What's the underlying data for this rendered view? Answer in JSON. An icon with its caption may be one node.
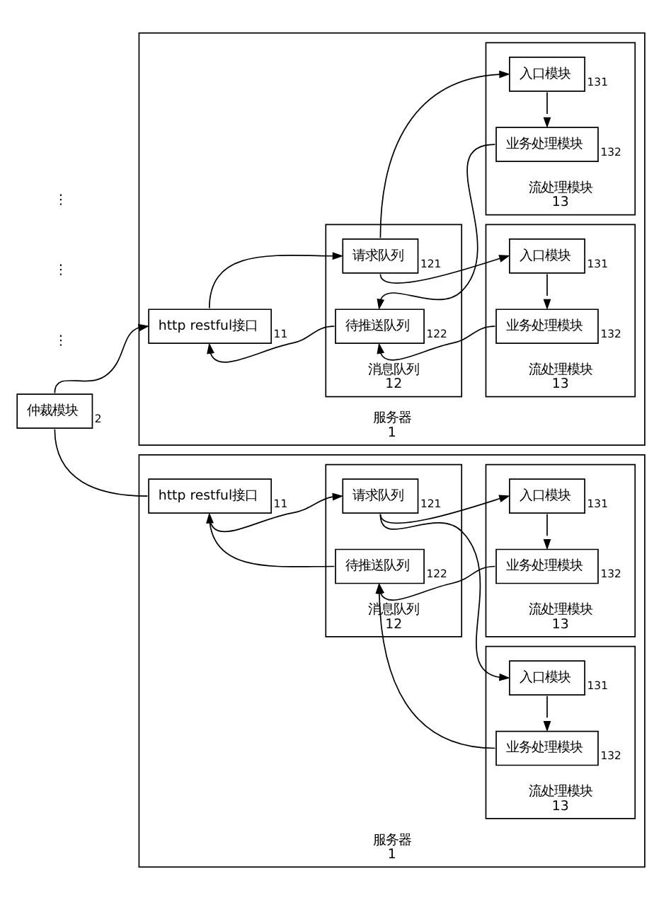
{
  "diagram": {
    "nodes": [
      {
        "text": [
          "仲裁模块"
        ],
        "beside": [
          "2"
        ]
      },
      {
        "text": [
          "服务器"
        ],
        "beside": [
          "1"
        ]
      },
      {
        "text": [
          "http restful接口"
        ],
        "in": 1,
        "beside": [
          "11"
        ]
      },
      {
        "text": [
          "消息队列"
        ],
        "in": 1,
        "beside": [
          "12"
        ]
      },
      {
        "text": [
          "请求队列"
        ],
        "in": 3,
        "beside": [
          "121"
        ]
      },
      {
        "text": [
          "待推送队列"
        ],
        "in": 3,
        "beside": [
          "122"
        ]
      },
      {
        "text": [
          "流处理模块"
        ],
        "in": 1,
        "beside": [
          "13"
        ]
      },
      {
        "text": [
          "入口模块"
        ],
        "in": 6,
        "beside": [
          "131"
        ]
      },
      {
        "text": [
          "业务处理模块"
        ],
        "in": 6,
        "beside": [
          "132"
        ]
      },
      {
        "text": [
          "流处理模块"
        ],
        "in": 1,
        "beside": [
          "13"
        ]
      },
      {
        "text": [
          "入口模块"
        ],
        "in": 9,
        "beside": [
          "131"
        ]
      },
      {
        "text": [
          "业务处理模块"
        ],
        "in": 9,
        "beside": [
          "132"
        ]
      },
      {
        "text": [
          "服务器"
        ],
        "beside": [
          "1"
        ]
      },
      {
        "text": [
          "http restful接口"
        ],
        "in": 12,
        "beside": [
          "11"
        ]
      },
      {
        "text": [
          "消息队列"
        ],
        "in": 12,
        "beside": [
          "12"
        ]
      },
      {
        "text": [
          "请求队列"
        ],
        "in": 14,
        "beside": [
          "121"
        ]
      },
      {
        "text": [
          "待推送队列"
        ],
        "in": 14,
        "beside": [
          "122"
        ]
      },
      {
        "text": [
          "流处理模块"
        ],
        "in": 12,
        "beside": [
          "13"
        ]
      },
      {
        "text": [
          "入口模块"
        ],
        "in": 17,
        "beside": [
          "131"
        ]
      },
      {
        "text": [
          "业务处理模块"
        ],
        "in": 17,
        "beside": [
          "132"
        ]
      },
      {
        "text": [
          "流处理模块"
        ],
        "in": 12,
        "beside": [
          "13"
        ]
      },
      {
        "text": [
          "入口模块"
        ],
        "in": 20,
        "beside": [
          "131"
        ]
      },
      {
        "text": [
          "业务处理模块"
        ],
        "in": 20,
        "beside": [
          "132"
        ]
      }
    ],
    "edges": [
      {
        "from": 0,
        "to": 2,
        "arrow": "to"
      },
      {
        "from": 2,
        "to": 4,
        "arrow": "to"
      },
      {
        "from": 4,
        "to": 7,
        "arrow": "to"
      },
      {
        "from": 4,
        "to": 10,
        "arrow": "to"
      },
      {
        "from": 7,
        "to": 8,
        "arrow": "to"
      },
      {
        "from": 10,
        "to": 11,
        "arrow": "to"
      },
      {
        "from": 8,
        "to": 5,
        "arrow": "to"
      },
      {
        "from": 11,
        "to": 5,
        "arrow": "to"
      },
      {
        "from": 5,
        "to": 2,
        "arrow": "to"
      },
      {
        "from": 0,
        "to": 13,
        "arrow": "none"
      },
      {
        "from": 13,
        "to": 15,
        "arrow": "to"
      },
      {
        "from": 15,
        "to": 18,
        "arrow": "to"
      },
      {
        "from": 15,
        "to": 21,
        "arrow": "to"
      },
      {
        "from": 18,
        "to": 19,
        "arrow": "to"
      },
      {
        "from": 21,
        "to": 22,
        "arrow": "to"
      },
      {
        "from": 19,
        "to": 16,
        "arrow": "to"
      },
      {
        "from": 22,
        "to": 16,
        "arrow": "to"
      },
      {
        "from": 16,
        "to": 13,
        "arrow": "to"
      }
    ],
    "labels": [
      "⋮",
      "⋮",
      "⋮"
    ]
  }
}
